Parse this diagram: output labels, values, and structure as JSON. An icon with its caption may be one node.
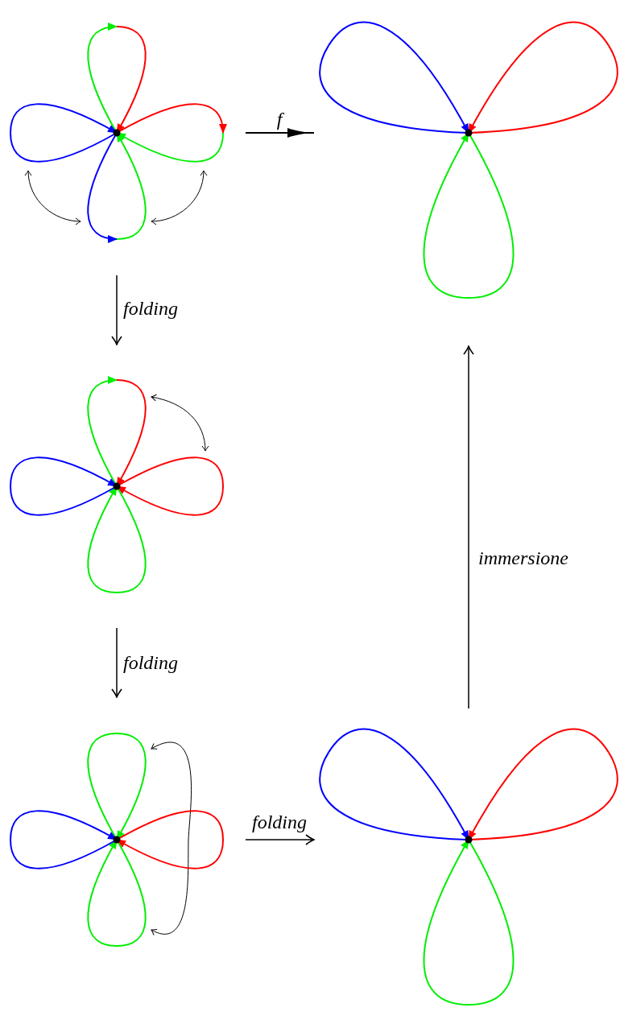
{
  "diagram": {
    "nodes": [
      {
        "text": [],
        "shape": "graph"
      },
      {
        "text": [],
        "shape": "graph"
      },
      {
        "text": [],
        "shape": "graph"
      },
      {
        "text": [],
        "shape": "graph"
      },
      {
        "text": [],
        "shape": "graph"
      }
    ],
    "edges": [
      {
        "from": 0,
        "to": 4,
        "arrow": "to",
        "label": "f"
      },
      {
        "from": 0,
        "to": 1,
        "arrow": "to",
        "label": "folding"
      },
      {
        "from": 1,
        "to": 2,
        "arrow": "to",
        "label": "folding"
      },
      {
        "from": 2,
        "to": 3,
        "arrow": "to",
        "label": "folding"
      },
      {
        "from": 3,
        "to": 4,
        "arrow": "to",
        "label": "immersione"
      }
    ]
  }
}
